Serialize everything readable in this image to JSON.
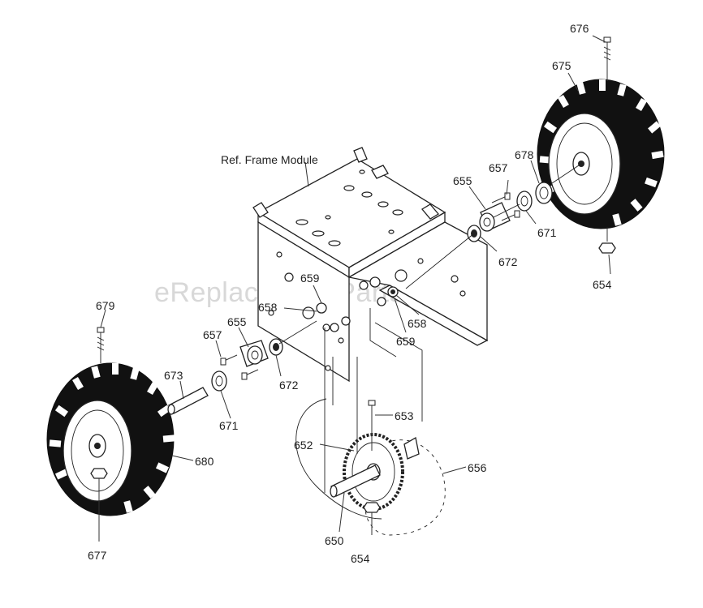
{
  "diagram": {
    "watermark": "eReplacementParts.com",
    "frame_label": "Ref. Frame Module",
    "callouts": {
      "c676": "676",
      "c675": "675",
      "c678": "678",
      "c657r": "657",
      "c655r": "655",
      "c671r": "671",
      "c672r": "672",
      "c654r": "654",
      "c659a": "659",
      "c658a": "658",
      "c659b": "659",
      "c658b": "658",
      "c679": "679",
      "c657l": "657",
      "c655l": "655",
      "c672l": "672",
      "c673": "673",
      "c671l": "671",
      "c680": "680",
      "c677": "677",
      "c653": "653",
      "c652": "652",
      "c656": "656",
      "c650": "650",
      "c654b": "654"
    }
  }
}
